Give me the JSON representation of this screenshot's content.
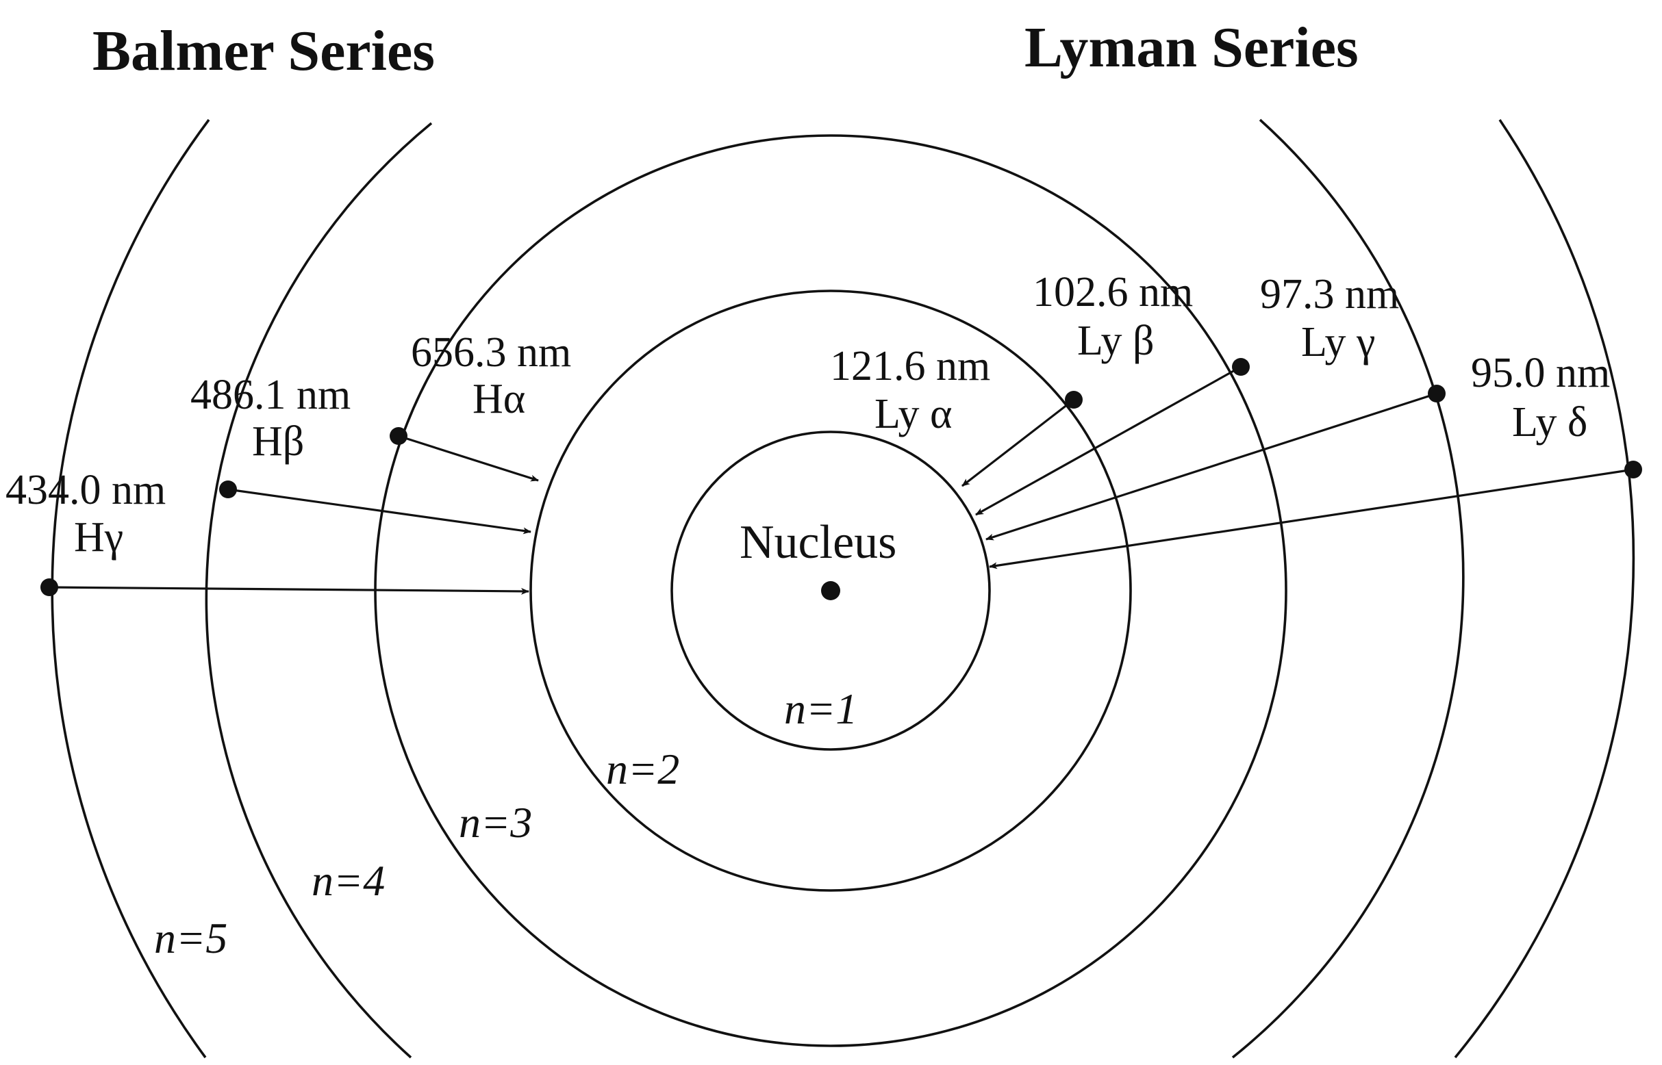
{
  "titles": {
    "balmer": "Balmer Series",
    "lyman": "Lyman Series"
  },
  "nucleus": {
    "label": "Nucleus"
  },
  "levels": [
    "n=1",
    "n=2",
    "n=3",
    "n=4",
    "n=5"
  ],
  "balmer_lines": [
    {
      "wavelength": "656.3 nm",
      "name": "Hα",
      "from_level": "n=3",
      "to_level": "n=2"
    },
    {
      "wavelength": "486.1 nm",
      "name": "Hβ",
      "from_level": "n=4",
      "to_level": "n=2"
    },
    {
      "wavelength": "434.0 nm",
      "name": "Hγ",
      "from_level": "n=5",
      "to_level": "n=2"
    }
  ],
  "lyman_lines": [
    {
      "wavelength": "121.6 nm",
      "name": "Ly α",
      "from_level": "n=2",
      "to_level": "n=1"
    },
    {
      "wavelength": "102.6 nm",
      "name": "Ly β",
      "from_level": "n=3",
      "to_level": "n=1"
    },
    {
      "wavelength": "97.3 nm",
      "name": "Ly γ",
      "from_level": "n=4",
      "to_level": "n=1"
    },
    {
      "wavelength": "95.0 nm",
      "name": "Ly δ",
      "from_level": "n=5",
      "to_level": "n=1"
    }
  ]
}
